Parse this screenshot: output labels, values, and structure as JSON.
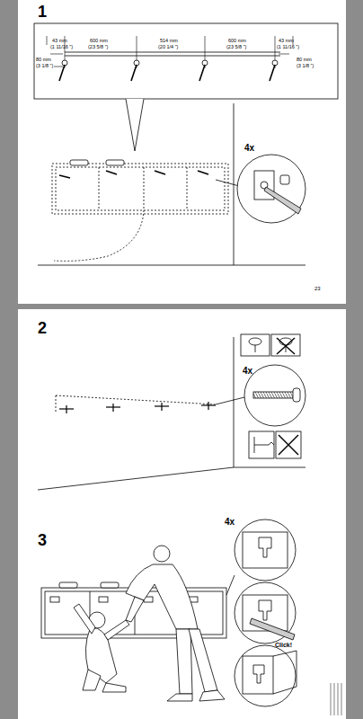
{
  "diagram": {
    "labels": [
      "1",
      "43 mm",
      "(1 11/16 \")",
      "600 mm",
      "(23 5/8 \")",
      "514 mm",
      "(20 1/4 \")",
      "600 mm",
      "(23 5/8 \")",
      "43 mm",
      "(1 11/16 \")",
      "80 mm",
      "(3 1/8 \")",
      "80 mm",
      "(3 1/8 \")",
      "4x",
      "23",
      "2",
      "4x",
      "3",
      "4x",
      "Click!"
    ]
  }
}
